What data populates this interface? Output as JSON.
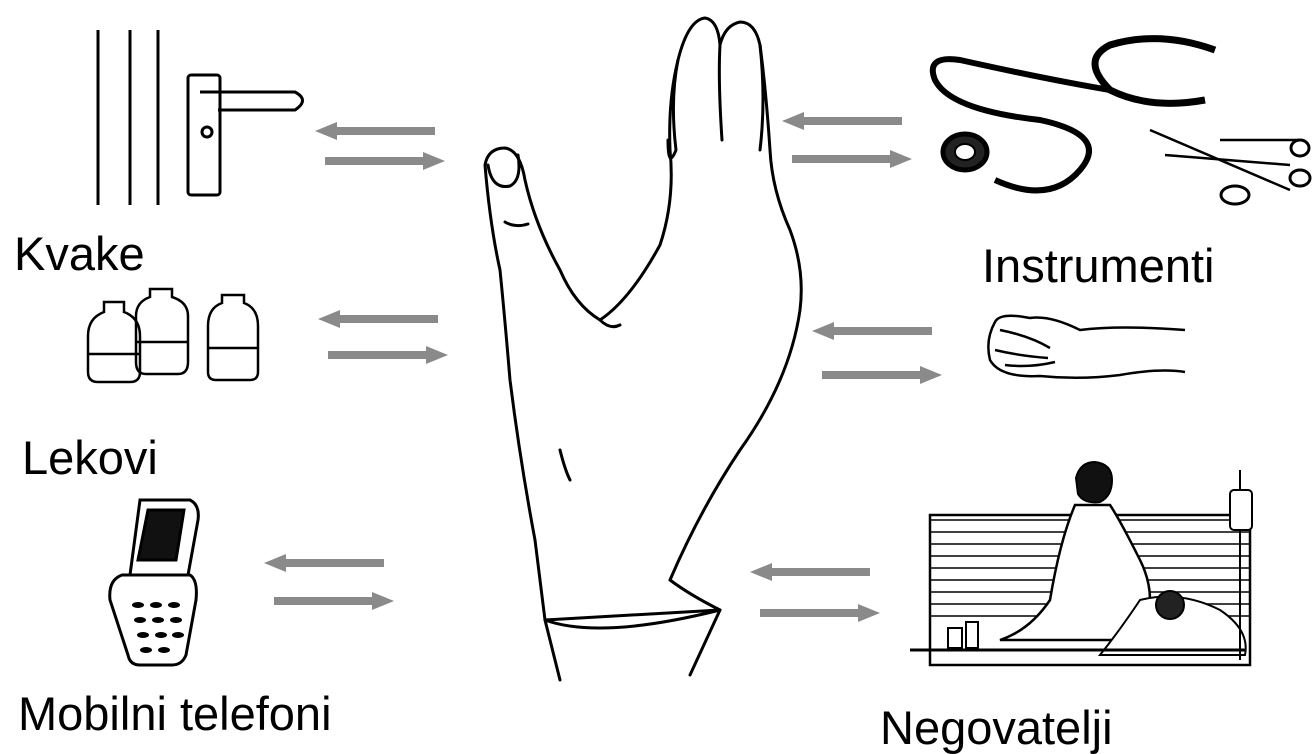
{
  "labels": {
    "door_handles": "Kvake",
    "instruments": "Instrumenti",
    "medicines": "Lekovi",
    "mobile_phones": "Mobilni telefoni",
    "caregivers": "Negovatelji"
  },
  "colors": {
    "arrow": "#8a8a8a",
    "ink": "#000000",
    "background": "#ffffff"
  }
}
